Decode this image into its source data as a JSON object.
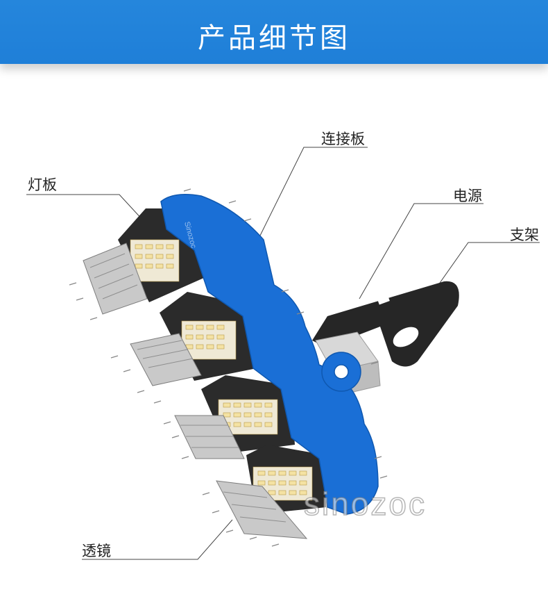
{
  "header": {
    "title": "产品细节图"
  },
  "callouts": {
    "connector_plate": "连接板",
    "lamp_board": "灯板",
    "power_supply": "电源",
    "bracket": "支架",
    "lens": "透镜"
  },
  "product": {
    "brand_watermark": "sinozoc",
    "housing_brand_text": "Sinozoc"
  },
  "colors": {
    "banner": "#1f7fd8",
    "housing_blue": "#1a6fd6",
    "heatsink": "#2b2b2b",
    "bracket": "#262626",
    "led_chip": "#f4e2a3"
  }
}
